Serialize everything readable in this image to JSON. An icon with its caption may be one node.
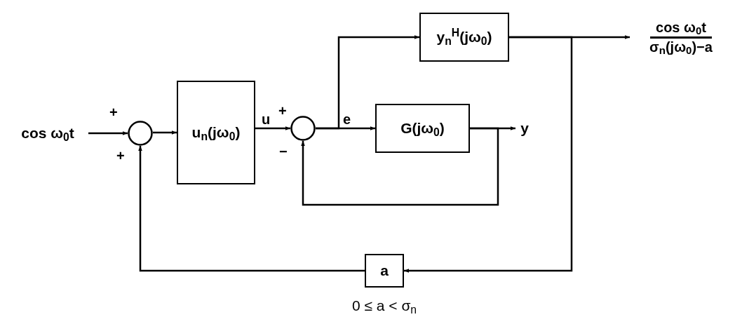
{
  "diagram": {
    "nodes": [
      {
        "text": [
          "cos ω$_{0}$t"
        ]
      },
      {
        "text": [],
        "shape": "circle"
      },
      {
        "text": [
          "u$_{n}$(jω$_{0}$)"
        ]
      },
      {
        "text": [],
        "shape": "circle"
      },
      {
        "text": [
          "y$_{n}$$^{H}$(jω$_{0}$)"
        ]
      },
      {
        "text": [
          "G(jω$_{0}$)"
        ]
      },
      {
        "text": [
          "a"
        ],
        "beside": [
          "0 ≤ a < σ$_{n}$"
        ]
      },
      {
        "text": [
          "cos ω$_{0}$t",
          "σ$_{n}$(jω$_{0}$)−a"
        ]
      },
      {
        "text": [
          "y"
        ]
      }
    ],
    "edges": [
      {
        "from": 0,
        "to": 1,
        "arrow": "to"
      },
      {
        "from": 1,
        "to": 2,
        "arrow": "to"
      },
      {
        "from": 2,
        "to": 3,
        "arrow": "to",
        "label": "u"
      },
      {
        "from": 3,
        "to": 5,
        "arrow": "to",
        "label": "e"
      },
      {
        "from": 3,
        "to": 4,
        "arrow": "to"
      },
      {
        "from": 5,
        "to": 8,
        "arrow": "to"
      },
      {
        "from": 5,
        "to": 3,
        "arrow": "to"
      },
      {
        "from": 4,
        "to": 7,
        "arrow": "to"
      },
      {
        "from": 4,
        "to": 6,
        "arrow": "to"
      },
      {
        "from": 6,
        "to": 1,
        "arrow": "to"
      }
    ],
    "labels": [
      "+",
      "+",
      "+",
      "−"
    ]
  }
}
